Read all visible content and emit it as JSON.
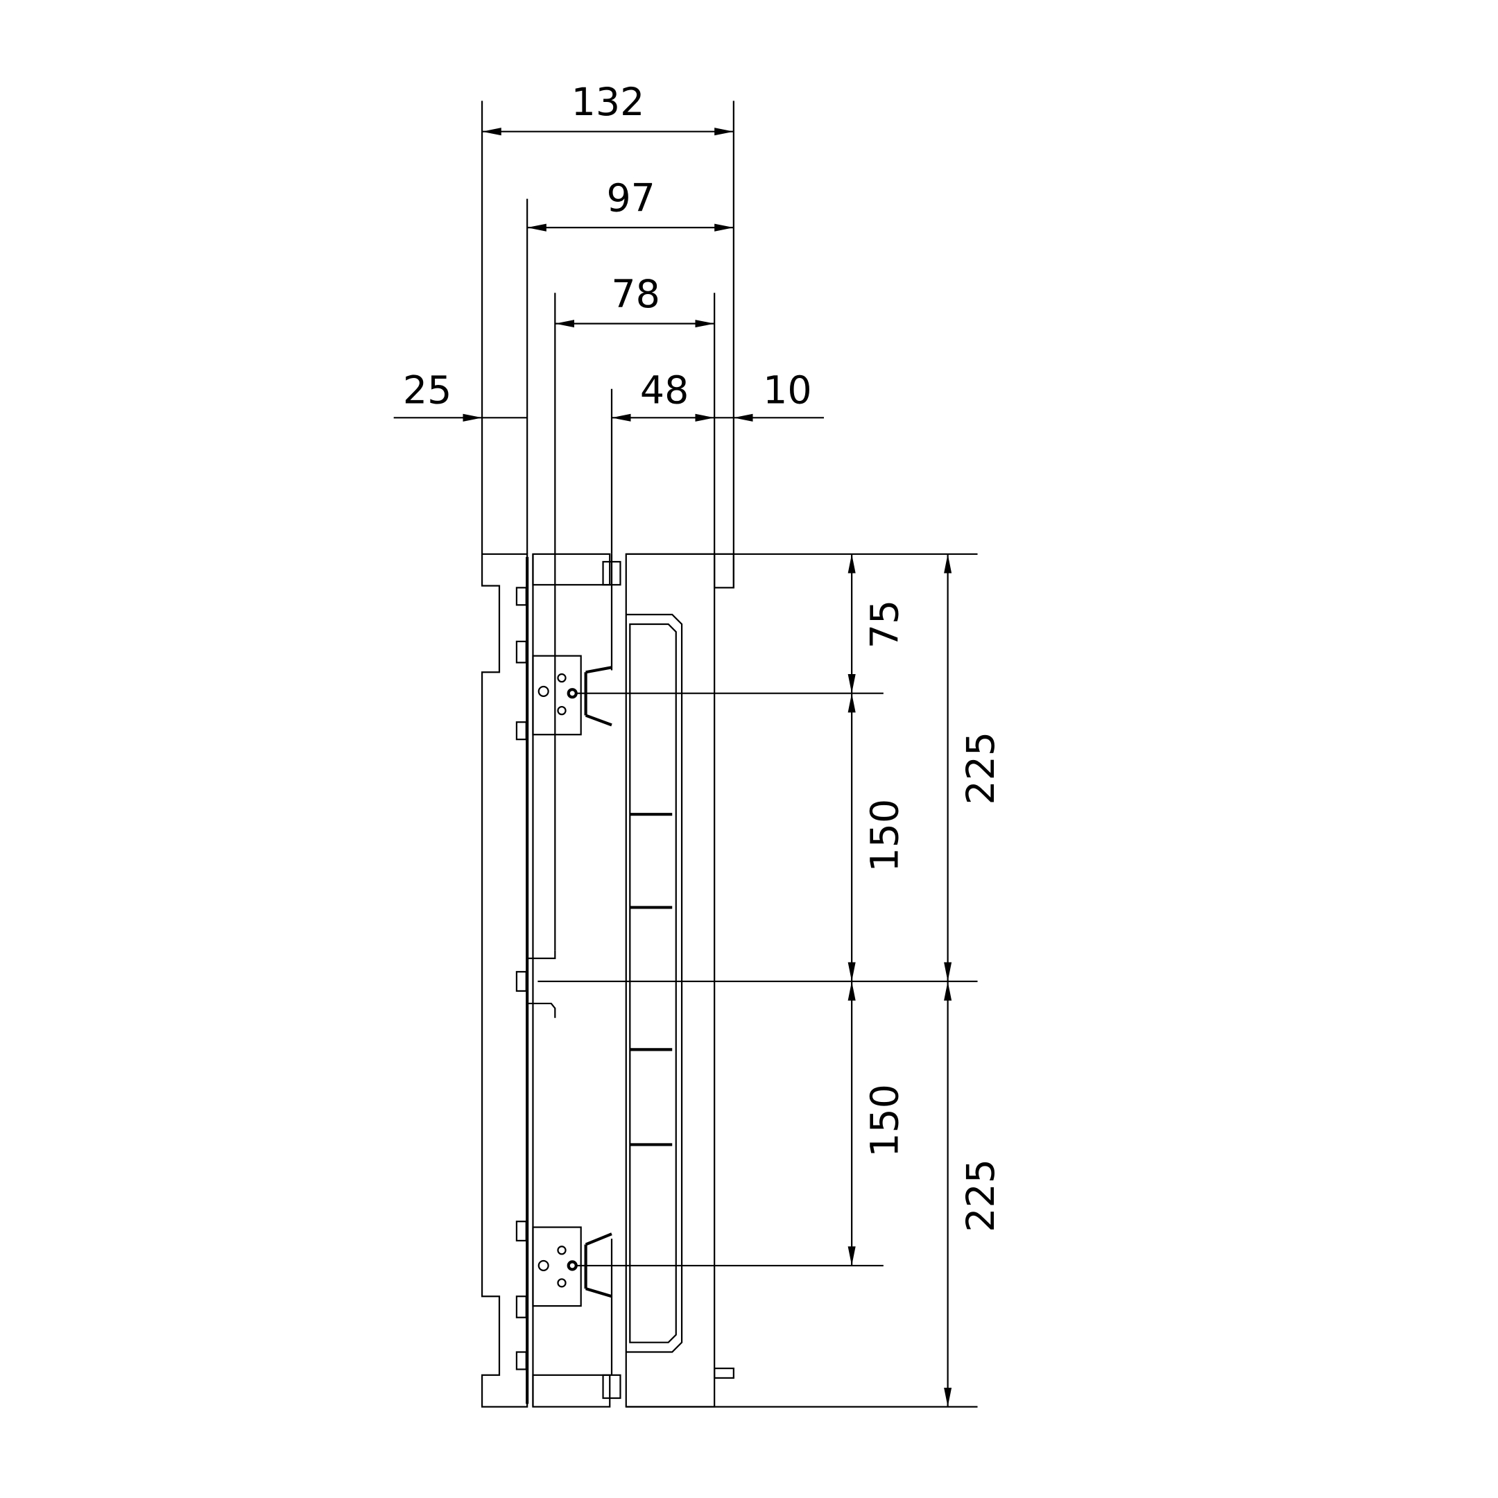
{
  "dimensions": {
    "horizontal": {
      "overall_depth": "132",
      "plate_to_front": "97",
      "rail_depth": "78",
      "rear_offset": "25",
      "front_depth": "48",
      "door_offset": "10"
    },
    "vertical": {
      "top_to_rail": "75",
      "rail_to_center_upper": "150",
      "center_to_rail_lower": "150",
      "upper_half": "225",
      "lower_half": "225"
    }
  },
  "colors": {
    "line": "#000000",
    "background": "#ffffff"
  }
}
